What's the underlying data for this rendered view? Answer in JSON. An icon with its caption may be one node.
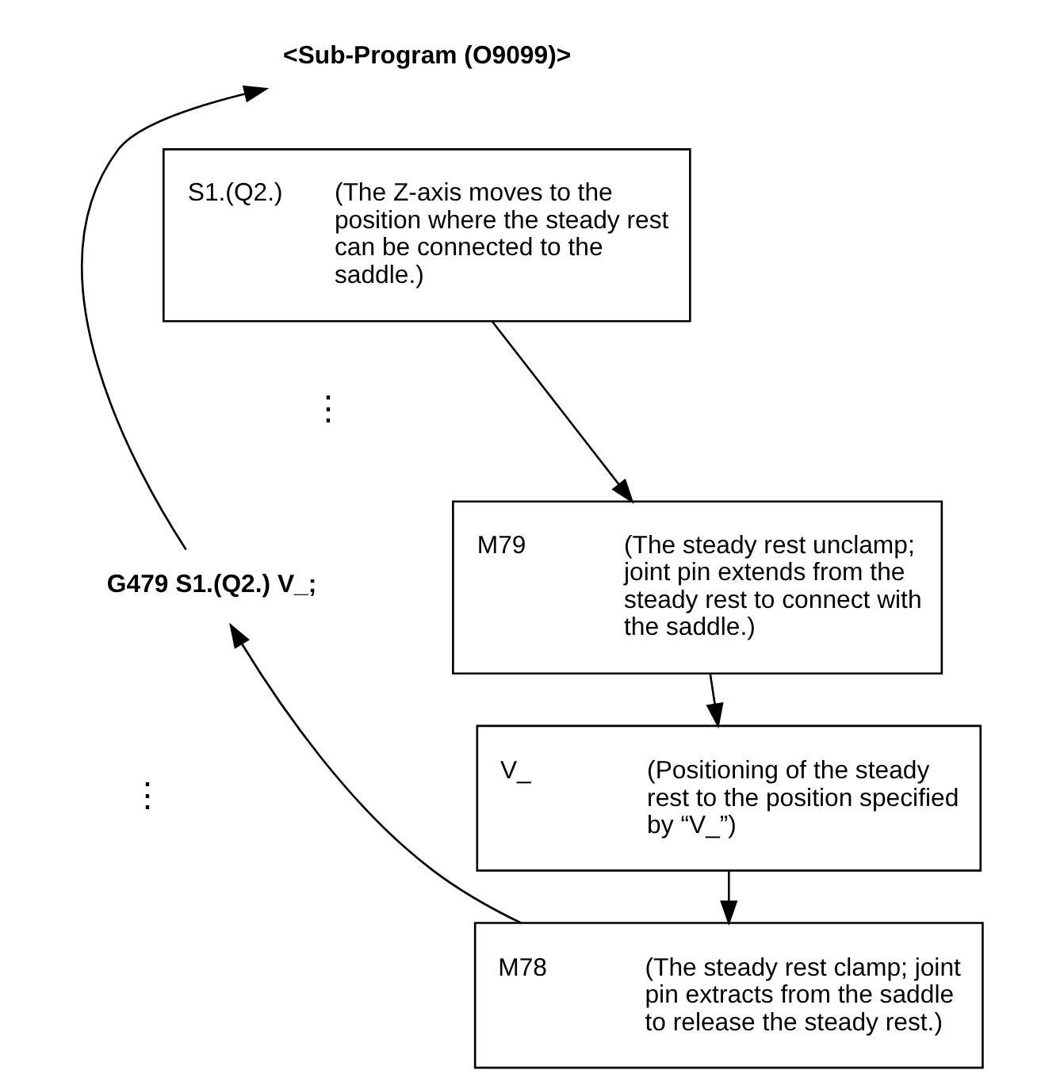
{
  "diagram": {
    "nodes": [
      {
        "text": [
          "G479 S1.(Q2.) V_;"
        ]
      },
      {
        "text": [
          "<Sub-Program (O9099)>"
        ]
      },
      {
        "text": [
          "S1.(Q2.)",
          "(The Z-axis moves to the position where the steady rest can be connected to the saddle.)"
        ]
      },
      {
        "text": [
          "M79",
          "(The steady rest unclamp; joint pin extends from the steady rest to connect with the saddle.)"
        ]
      },
      {
        "text": [
          "V_",
          "(Positioning of the steady rest to the position specified by “V_”)"
        ]
      },
      {
        "text": [
          "M78",
          "(The steady rest clamp; joint pin extracts from the saddle to release the steady rest.)"
        ]
      }
    ],
    "edges": [
      {
        "from": 0,
        "to": 1,
        "arrow": "to"
      },
      {
        "from": 2,
        "to": 3,
        "arrow": "to"
      },
      {
        "from": 3,
        "to": 4,
        "arrow": "to"
      },
      {
        "from": 4,
        "to": 5,
        "arrow": "to"
      },
      {
        "from": 5,
        "to": 0,
        "arrow": "to"
      }
    ],
    "labels": [
      "⋮",
      "⋮"
    ]
  }
}
